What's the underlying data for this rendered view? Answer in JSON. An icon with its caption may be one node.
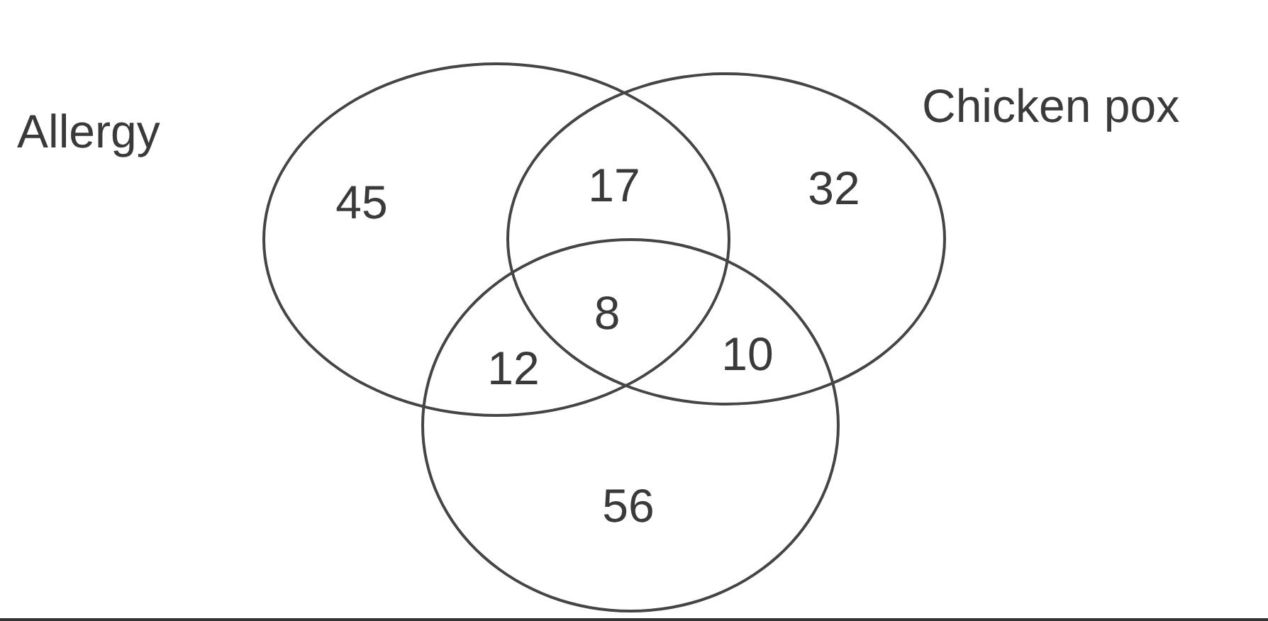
{
  "diagram": {
    "nodes": [
      {
        "text": [
          "Allergy",
          "45"
        ]
      },
      {
        "text": [
          "Chicken pox",
          "32"
        ]
      },
      {
        "text": [
          "56"
        ]
      }
    ],
    "labels": [
      "17",
      "8",
      "12",
      "10"
    ]
  }
}
